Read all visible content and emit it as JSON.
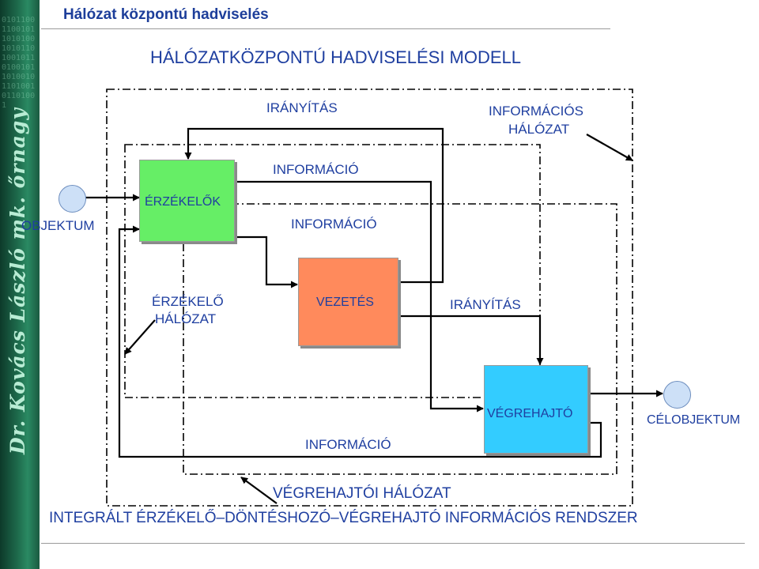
{
  "header": {
    "title": "Hálózat központú hadviselés"
  },
  "sidebar": {
    "author_text": "Dr. Kovács László mk. őrnagy"
  },
  "diagram": {
    "title": "HÁLÓZATKÖZPONTÚ HADVISELÉSI MODELL",
    "labels": {
      "iranyitas_top": "IRÁNYÍTÁS",
      "informacios_halozat_1": "INFORMÁCIÓS",
      "informacios_halozat_2": "HÁLÓZAT",
      "informacio_1": "INFORMÁCIÓ",
      "informacio_2": "INFORMÁCIÓ",
      "informacio_bottom": "INFORMÁCIÓ",
      "objektum": "OBJEKTUM",
      "erzekelo_halozat_1": "ÉRZÉKELŐ",
      "erzekelo_halozat_2": "HÁLÓZAT",
      "iranyitas_mid": "IRÁNYÍTÁS",
      "celobjektum": "CÉLOBJEKTUM",
      "vegrehajtoi_halozat": "VÉGREHAJTÓI HÁLÓZAT",
      "footer": "INTEGRÁLT ÉRZÉKELŐ–DÖNTÉSHOZÓ–VÉGREHAJTÓ INFORMÁCIÓS RENDSZER"
    },
    "boxes": {
      "erzekelok": {
        "label": "ÉRZÉKELŐK",
        "color": "#66ee66"
      },
      "vezetes": {
        "label": "VEZETÉS",
        "color": "#ff8a5c"
      },
      "vegrehajto": {
        "label": "VÉGREHAJTÓ",
        "color": "#33ccff"
      }
    }
  }
}
